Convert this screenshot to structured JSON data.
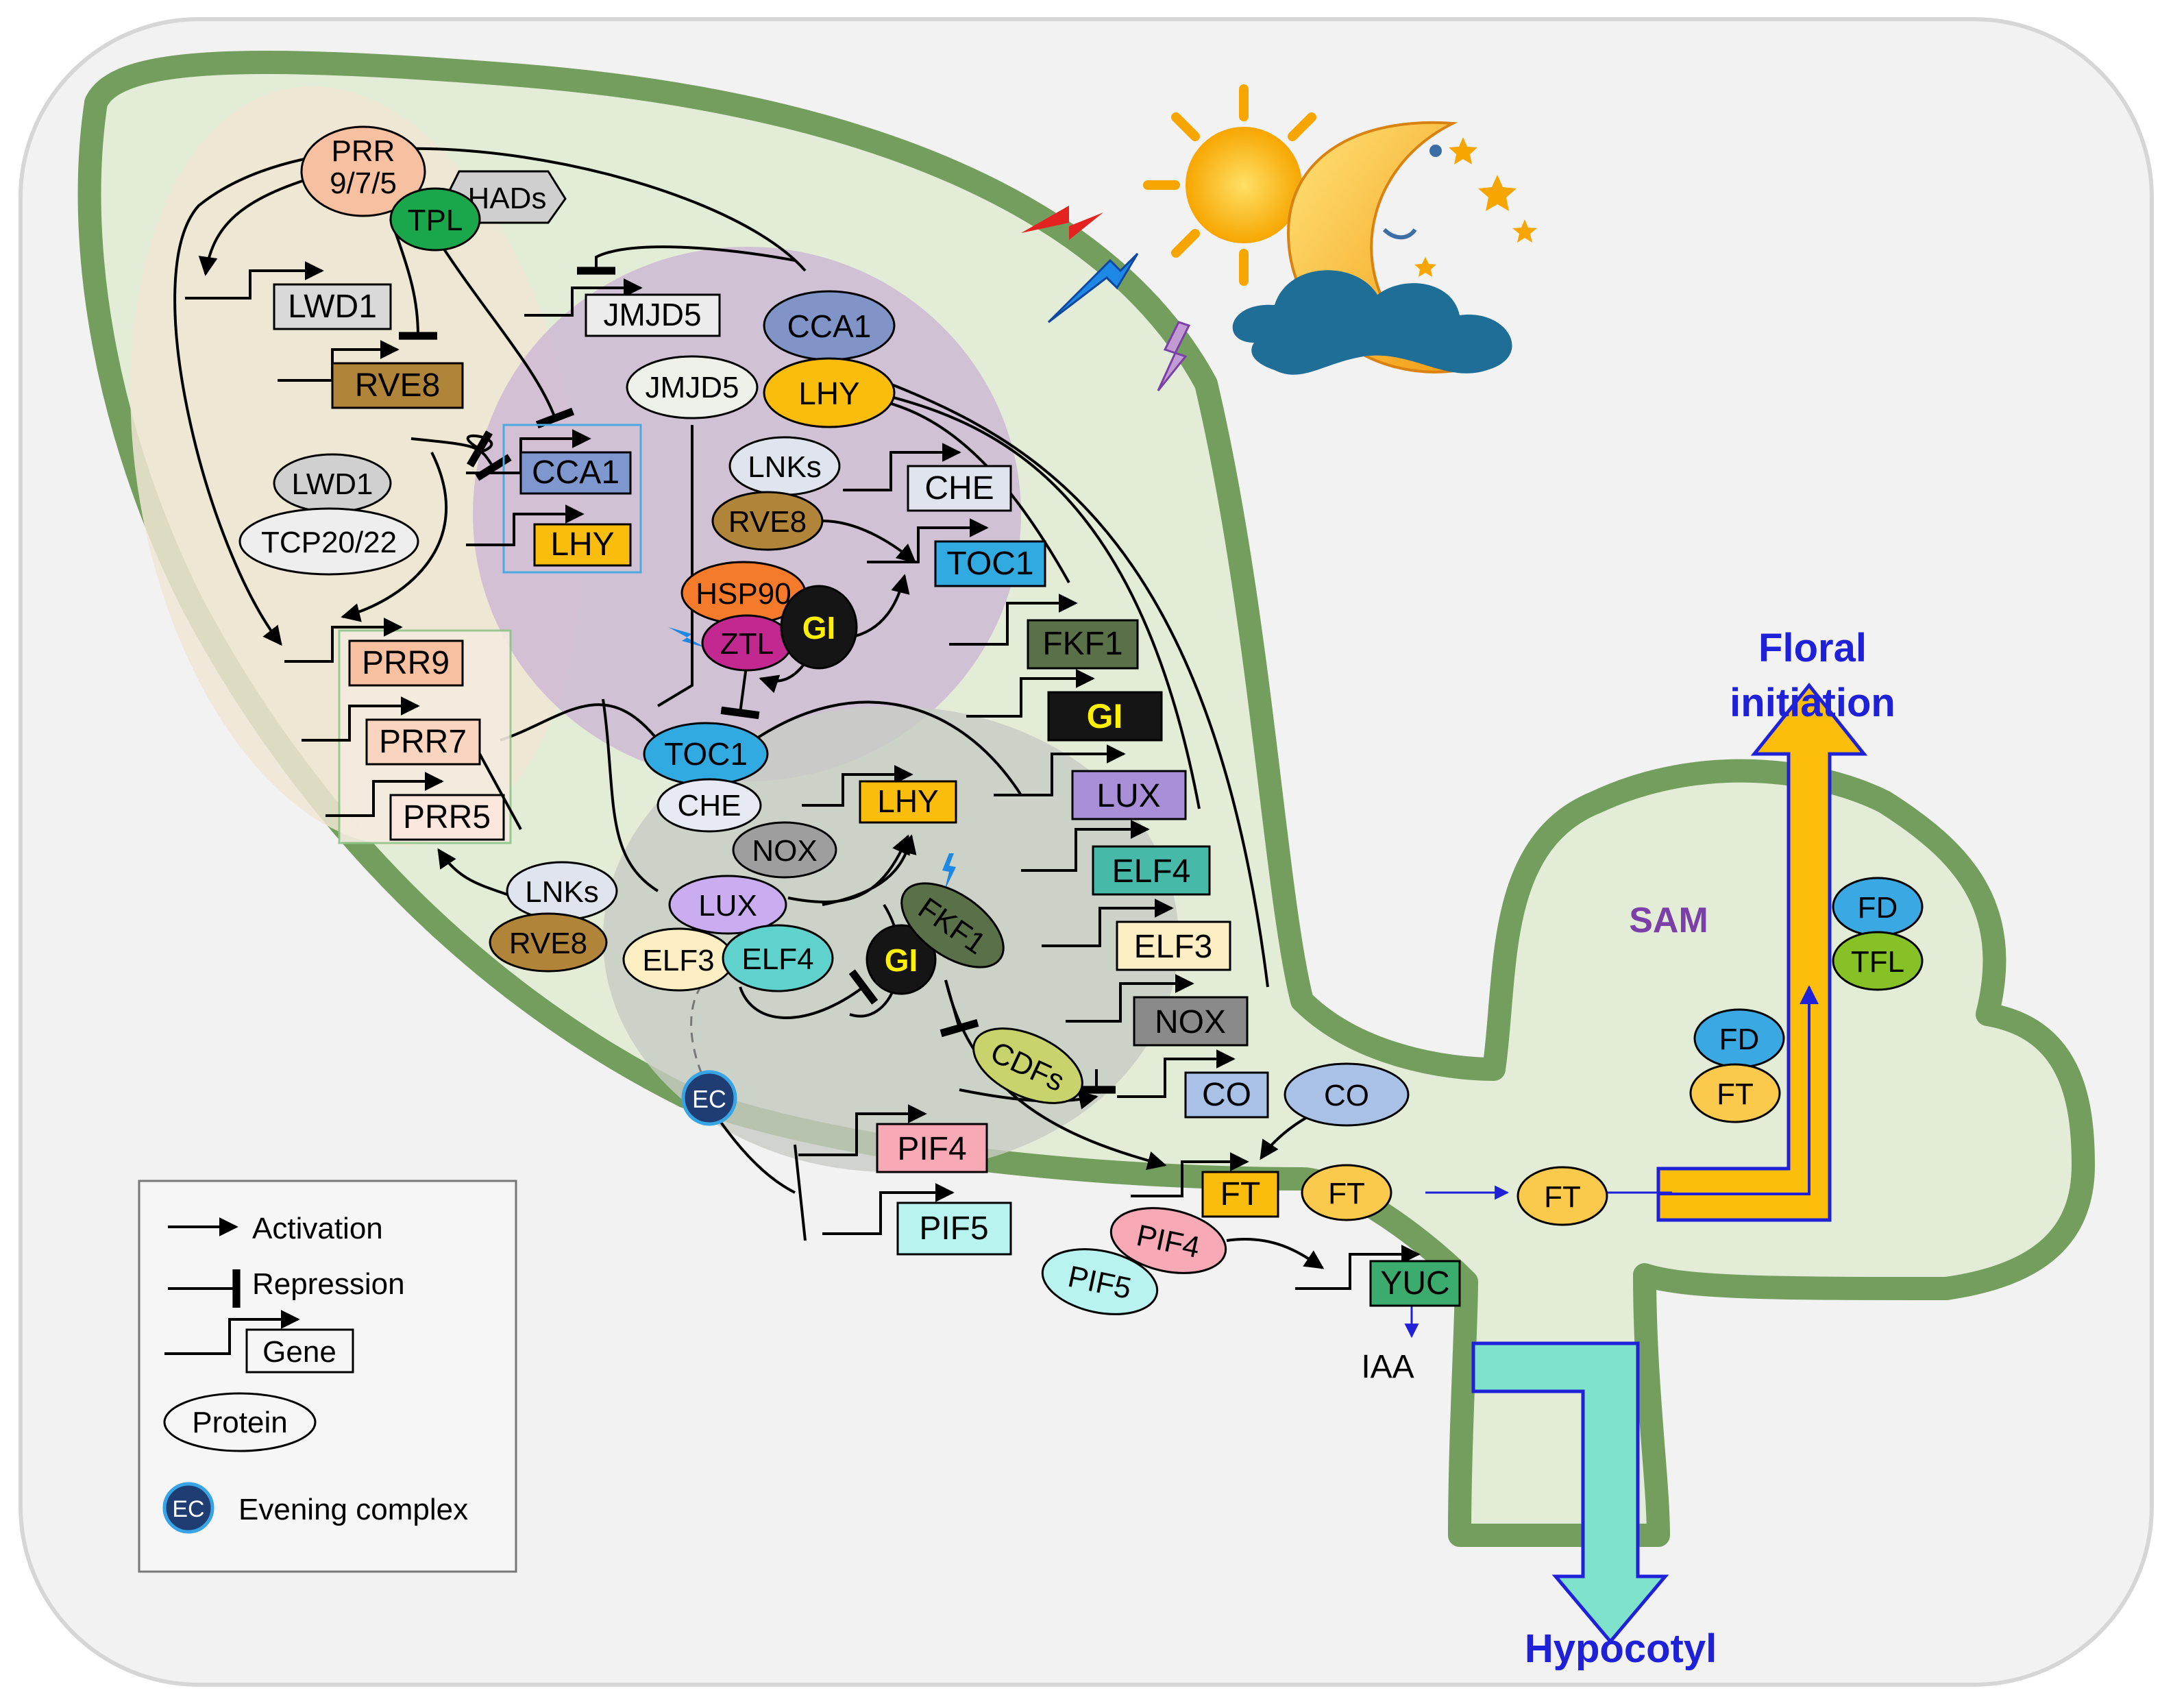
{
  "colors": {
    "card_bg": "#f2f2f3",
    "leaf_fill": "#e2ecd6",
    "leaf_border": "#6e9a55",
    "morning_zone": "#f0e6d4",
    "day_zone": "#cdb7d3",
    "evening_zone": "#c8ccc4",
    "floral_arrow": "#fcbe0a",
    "hypocotyl_arrow": "#7fe3cc",
    "title_blue": "#1f21d8",
    "sam_purple": "#7b3fa8"
  },
  "labels": {
    "floral_line1": "Floral",
    "floral_line2": "initiation",
    "hypocotyl": "Hypocotyl",
    "sam": "SAM",
    "iaa": "IAA"
  },
  "legend": {
    "activation": "Activation",
    "repression": "Repression",
    "gene": "Gene",
    "protein": "Protein",
    "ec_badge": "EC",
    "evening_complex": "Evening complex"
  },
  "proteins": {
    "prr975_top": "PRR",
    "prr975_bottom": "9/7/5",
    "tpl": "TPL",
    "hads": "HADs",
    "cca1_top": "CCA1",
    "lhy_top": "LHY",
    "jmjd5": "JMJD5",
    "lwd1": "LWD1",
    "tcp2022": "TCP20/22",
    "lnks_mid": "LNKs",
    "rve8_mid": "RVE8",
    "hsp90": "HSP90",
    "ztl": "ZTL",
    "gi_mid": "GI",
    "toc1": "TOC1",
    "che": "CHE",
    "nox": "NOX",
    "lux": "LUX",
    "elf3": "ELF3",
    "elf4": "ELF4",
    "gi_low": "GI",
    "fkf1": "FKF1",
    "lnks_low": "LNKs",
    "rve8_low": "RVE8",
    "ec": "EC",
    "cdfs": "CDFs",
    "co": "CO",
    "ft_leaf": "FT",
    "ft_sam": "FT",
    "fd_low": "FD",
    "ft_low": "FT",
    "fd_top": "FD",
    "tfl": "TFL",
    "pif4": "PIF4",
    "pif5": "PIF5"
  },
  "genes": {
    "lwd1": "LWD1",
    "rve8": "RVE8",
    "jmjd5": "JMJD5",
    "cca1": "CCA1",
    "lhy": "LHY",
    "che": "CHE",
    "toc1": "TOC1",
    "prr9": "PRR9",
    "prr7": "PRR7",
    "prr5": "PRR5",
    "fkf1": "FKF1",
    "gi": "GI",
    "lux": "LUX",
    "elf4": "ELF4",
    "elf3": "ELF3",
    "nox": "NOX",
    "lhy_low": "LHY",
    "co": "CO",
    "pif4": "PIF4",
    "pif5": "PIF5",
    "ft": "FT",
    "yuc": "YUC"
  }
}
